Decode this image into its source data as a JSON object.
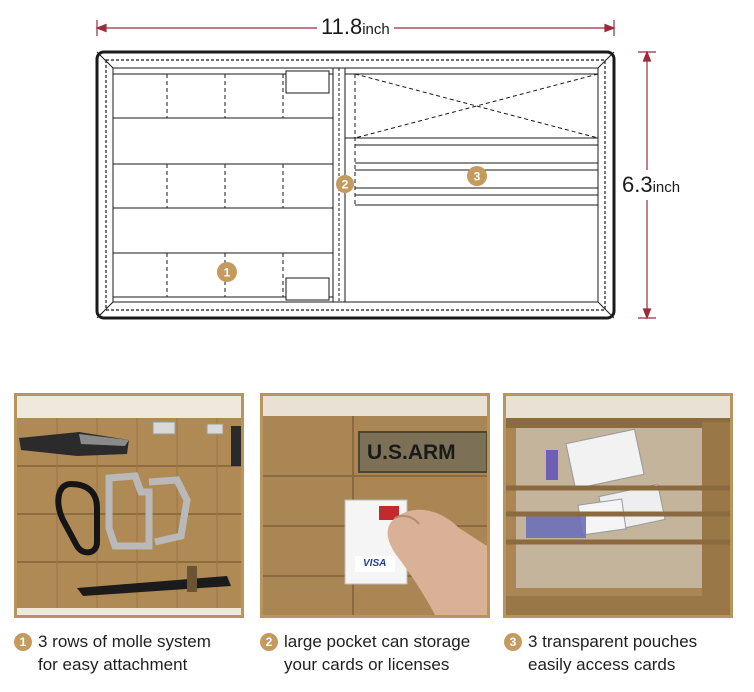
{
  "dimensions": {
    "width_value": "11.8",
    "width_unit": "inch",
    "height_value": "6.3",
    "height_unit": "inch"
  },
  "markers": [
    "1",
    "2",
    "3"
  ],
  "photos": {
    "patch_text": "U.S.ARM",
    "card_brand": "VISA"
  },
  "captions": [
    {
      "number": "1",
      "line1": "3 rows of  molle system",
      "line2": "for easy attachment"
    },
    {
      "number": "2",
      "line1": "large pocket can storage",
      "line2": "your cards or licenses"
    },
    {
      "number": "3",
      "line1": "3 transparent pouches",
      "line2": "easily access cards"
    }
  ],
  "colors": {
    "dimension_line": "#9b2c3c",
    "marker": "#c59a5e",
    "tan_fabric": "#b5925c",
    "photo_border": "#b8955a"
  }
}
